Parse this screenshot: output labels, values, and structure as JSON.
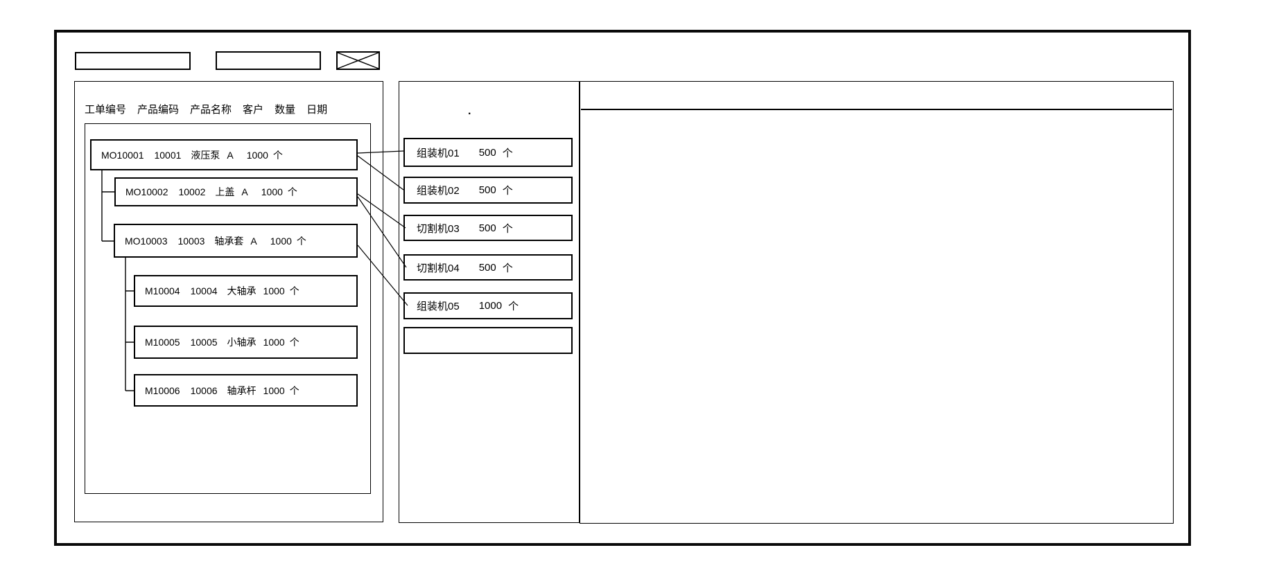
{
  "app": {
    "colors": {
      "line": "#000000",
      "background": "#ffffff"
    },
    "toolbar": {
      "field1_value": "",
      "field2_value": ""
    },
    "work_order_panel": {
      "columns": [
        "工单编号",
        "产品编码",
        "产品名称",
        "客户",
        "数量",
        "日期"
      ],
      "orders": [
        {
          "id": "MO10001",
          "product_code": "10001",
          "product_name": "液压泵",
          "customer": "A",
          "qty": "1000",
          "unit": "个"
        },
        {
          "id": "MO10002",
          "product_code": "10002",
          "product_name": "上盖",
          "customer": "A",
          "qty": "1000",
          "unit": "个"
        },
        {
          "id": "MO10003",
          "product_code": "10003",
          "product_name": "轴承套",
          "customer": "A",
          "qty": "1000",
          "unit": "个"
        },
        {
          "id": "M10004",
          "product_code": "10004",
          "product_name": "大轴承",
          "customer": "",
          "qty": "1000",
          "unit": "个"
        },
        {
          "id": "M10005",
          "product_code": "10005",
          "product_name": "小轴承",
          "customer": "",
          "qty": "1000",
          "unit": "个"
        },
        {
          "id": "M10006",
          "product_code": "10006",
          "product_name": "轴承杆",
          "customer": "",
          "qty": "1000",
          "unit": "个"
        }
      ]
    },
    "machine_panel": {
      "stray_mark": ".",
      "machines": [
        {
          "name": "组装机01",
          "qty": "500",
          "unit": "个"
        },
        {
          "name": "组装机02",
          "qty": "500",
          "unit": "个"
        },
        {
          "name": "切割机03",
          "qty": "500",
          "unit": "个"
        },
        {
          "name": "切割机04",
          "qty": "500",
          "unit": "个"
        },
        {
          "name": "组装机05",
          "qty": "1000",
          "unit": "个"
        },
        {
          "name": "",
          "qty": "",
          "unit": ""
        }
      ],
      "links": [
        {
          "from": "MO10001",
          "to": "组装机01"
        },
        {
          "from": "MO10001",
          "to": "组装机02"
        },
        {
          "from": "MO10002",
          "to": "切割机03"
        },
        {
          "from": "MO10002",
          "to": "切割机04"
        },
        {
          "from": "MO10003",
          "to": "组装机05"
        }
      ]
    },
    "detail_panel": {
      "content": ""
    }
  }
}
